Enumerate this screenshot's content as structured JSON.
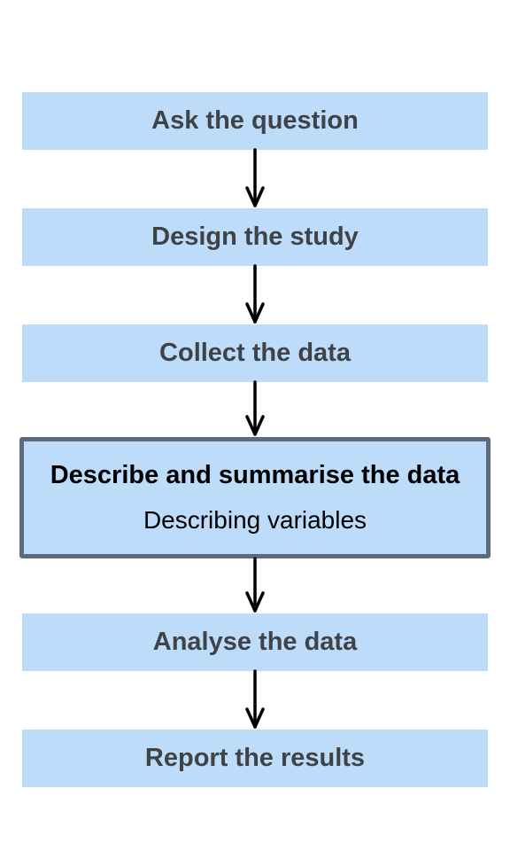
{
  "flowchart": {
    "steps": [
      {
        "label": "Ask the question"
      },
      {
        "label": "Design the study"
      },
      {
        "label": "Collect the data"
      },
      {
        "label": "Describe and summarise the data",
        "sublabel": "Describing variables",
        "current": true
      },
      {
        "label": "Analyse the data"
      },
      {
        "label": "Report the results"
      }
    ]
  },
  "colors": {
    "box_fill": "#bddcfa",
    "current_border": "#5e6a7c",
    "step_text": "#3f4347",
    "arrow": "#000000"
  }
}
